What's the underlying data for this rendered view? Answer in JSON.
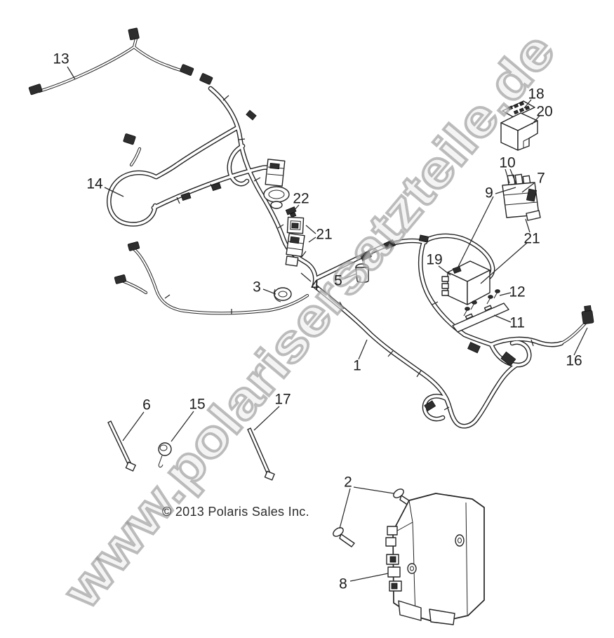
{
  "page": {
    "background": "#ffffff",
    "type": "exploded-parts-diagram",
    "subject": "wiring harness"
  },
  "watermark": {
    "text": "www.polarisersatzteile.de"
  },
  "copyright": {
    "text": "© 2013 Polaris Sales Inc."
  },
  "colors": {
    "line_art": "#232323",
    "watermark_fill": "#ececec",
    "watermark_stroke": "#949494",
    "label_text": "#1d1d1d"
  },
  "callouts": [
    {
      "id": "13",
      "label": "13"
    },
    {
      "id": "14",
      "label": "14"
    },
    {
      "id": "22",
      "label": "22"
    },
    {
      "id": "21a",
      "label": "21"
    },
    {
      "id": "4",
      "label": "4"
    },
    {
      "id": "5",
      "label": "5"
    },
    {
      "id": "3",
      "label": "3"
    },
    {
      "id": "1",
      "label": "1"
    },
    {
      "id": "6",
      "label": "6"
    },
    {
      "id": "15",
      "label": "15"
    },
    {
      "id": "17",
      "label": "17"
    },
    {
      "id": "2",
      "label": "2"
    },
    {
      "id": "8",
      "label": "8"
    },
    {
      "id": "18",
      "label": "18"
    },
    {
      "id": "20",
      "label": "20"
    },
    {
      "id": "10",
      "label": "10"
    },
    {
      "id": "7",
      "label": "7"
    },
    {
      "id": "9",
      "label": "9"
    },
    {
      "id": "21b",
      "label": "21"
    },
    {
      "id": "19",
      "label": "19"
    },
    {
      "id": "12",
      "label": "12"
    },
    {
      "id": "11",
      "label": "11"
    },
    {
      "id": "16",
      "label": "16"
    }
  ]
}
